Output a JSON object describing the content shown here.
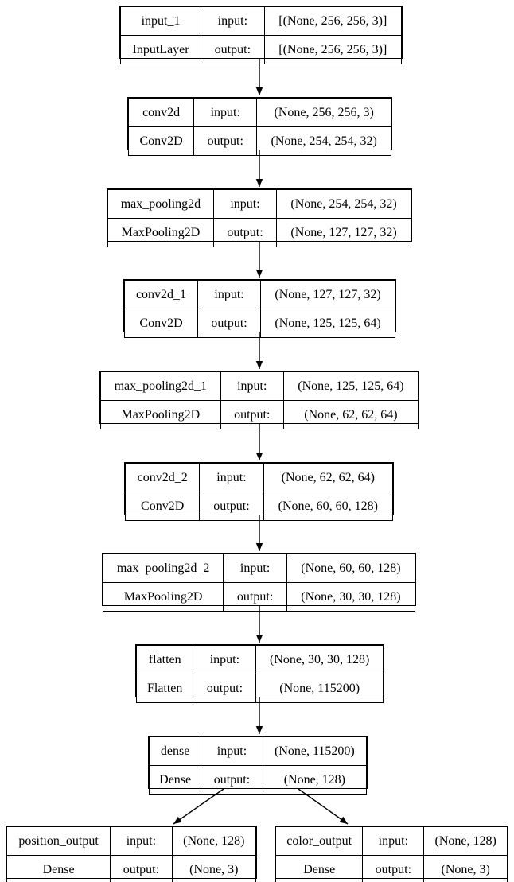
{
  "diagram": {
    "kind": "neural-network-layer-graph",
    "colors": {
      "background": "#ffffff",
      "node_border": "#000000",
      "text": "#000000",
      "edge": "#000000"
    },
    "nodes": [
      {
        "name": "input_1",
        "type": "InputLayer",
        "input_label": "input:",
        "output_label": "output:",
        "input_shape": "[(None, 256, 256, 3)]",
        "output_shape": "[(None, 256, 256, 3)]"
      },
      {
        "name": "conv2d",
        "type": "Conv2D",
        "input_label": "input:",
        "output_label": "output:",
        "input_shape": "(None, 256, 256, 3)",
        "output_shape": "(None, 254, 254, 32)"
      },
      {
        "name": "max_pooling2d",
        "type": "MaxPooling2D",
        "input_label": "input:",
        "output_label": "output:",
        "input_shape": "(None, 254, 254, 32)",
        "output_shape": "(None, 127, 127, 32)"
      },
      {
        "name": "conv2d_1",
        "type": "Conv2D",
        "input_label": "input:",
        "output_label": "output:",
        "input_shape": "(None, 127, 127, 32)",
        "output_shape": "(None, 125, 125, 64)"
      },
      {
        "name": "max_pooling2d_1",
        "type": "MaxPooling2D",
        "input_label": "input:",
        "output_label": "output:",
        "input_shape": "(None, 125, 125, 64)",
        "output_shape": "(None, 62, 62, 64)"
      },
      {
        "name": "conv2d_2",
        "type": "Conv2D",
        "input_label": "input:",
        "output_label": "output:",
        "input_shape": "(None, 62, 62, 64)",
        "output_shape": "(None, 60, 60, 128)"
      },
      {
        "name": "max_pooling2d_2",
        "type": "MaxPooling2D",
        "input_label": "input:",
        "output_label": "output:",
        "input_shape": "(None, 60, 60, 128)",
        "output_shape": "(None, 30, 30, 128)"
      },
      {
        "name": "flatten",
        "type": "Flatten",
        "input_label": "input:",
        "output_label": "output:",
        "input_shape": "(None, 30, 30, 128)",
        "output_shape": "(None, 115200)"
      },
      {
        "name": "dense",
        "type": "Dense",
        "input_label": "input:",
        "output_label": "output:",
        "input_shape": "(None, 115200)",
        "output_shape": "(None, 128)"
      },
      {
        "name": "position_output",
        "type": "Dense",
        "input_label": "input:",
        "output_label": "output:",
        "input_shape": "(None, 128)",
        "output_shape": "(None, 3)"
      },
      {
        "name": "color_output",
        "type": "Dense",
        "input_label": "input:",
        "output_label": "output:",
        "input_shape": "(None, 128)",
        "output_shape": "(None, 3)"
      }
    ],
    "edges": [
      {
        "from": "input_1",
        "to": "conv2d"
      },
      {
        "from": "conv2d",
        "to": "max_pooling2d"
      },
      {
        "from": "max_pooling2d",
        "to": "conv2d_1"
      },
      {
        "from": "conv2d_1",
        "to": "max_pooling2d_1"
      },
      {
        "from": "max_pooling2d_1",
        "to": "conv2d_2"
      },
      {
        "from": "conv2d_2",
        "to": "max_pooling2d_2"
      },
      {
        "from": "max_pooling2d_2",
        "to": "flatten"
      },
      {
        "from": "flatten",
        "to": "dense"
      },
      {
        "from": "dense",
        "to": "position_output"
      },
      {
        "from": "dense",
        "to": "color_output"
      }
    ]
  }
}
